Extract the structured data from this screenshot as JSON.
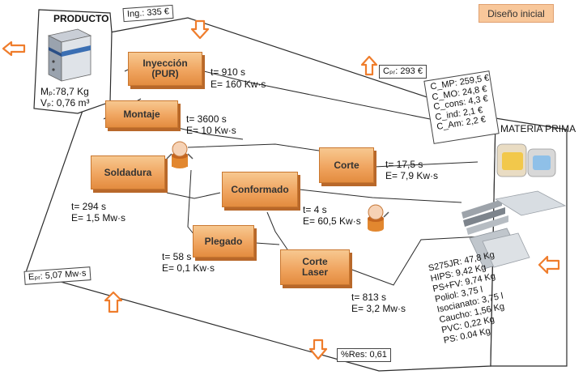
{
  "badge": "Diseño inicial",
  "producto": {
    "title": "PRODUCTO",
    "mass": "Mₚ:78,7 Kg",
    "volume": "Vₚ: 0,76 m³"
  },
  "ingreso": "Ing.: 335 €",
  "cpr": "Cₚᵣ: 293 €",
  "costs": [
    "C_MP: 259,5 €",
    "C_MO: 24,8 €",
    "C_cons: 4,3 €",
    "C_ind: 2,1 €",
    "C_Am: 2,2 €"
  ],
  "materia_prima": {
    "title": "MATERIA PRIMA",
    "items": [
      "S275JR: 47,8 Kg",
      "HIPS: 9,42 Kg",
      "PS+FV: 9,74 Kg",
      "Poliol: 3,75 l",
      "Isocianato: 3,75 l",
      "Caucho: 1,56 Kg",
      "PVC: 0,22 Kg",
      "PS: 0.04 Kg"
    ]
  },
  "epr": "Eₚᵣ: 5,07 Mw·s",
  "res": "%Res: 0,61",
  "processes": {
    "inyeccion": {
      "name_line1": "Inyección",
      "name_line2": "(PUR)",
      "time": "t= 910 s",
      "energy": "E= 160 Kw·s"
    },
    "montaje": {
      "name": "Montaje",
      "time": "t= 3600 s",
      "energy": "E= 10 Kw·s"
    },
    "soldadura": {
      "name": "Soldadura",
      "time": "t= 294 s",
      "energy": "E= 1,5 Mw·s"
    },
    "conformado": {
      "name": "Conformado",
      "time": "t= 4 s",
      "energy": "E= 60,5 Kw·s"
    },
    "corte": {
      "name": "Corte",
      "time": "t= 17,5 s",
      "energy": "E= 7,9 Kw·s"
    },
    "plegado": {
      "name": "Plegado",
      "time": "t= 58 s",
      "energy": "E= 0,1 Kw·s"
    },
    "corte_laser": {
      "name_line1": "Corte",
      "name_line2": "Laser",
      "time": "t= 813 s",
      "energy": "E= 3,2 Mw·s"
    }
  },
  "colors": {
    "arrow": "#ef7d2c",
    "process": "#f0a560",
    "badge": "#f8c79a",
    "line": "#2b2b2b"
  },
  "icons": [
    "product-cabinet-icon",
    "operator-icon",
    "canister-icon",
    "steel-pipes-icon",
    "metal-sheets-icon"
  ]
}
